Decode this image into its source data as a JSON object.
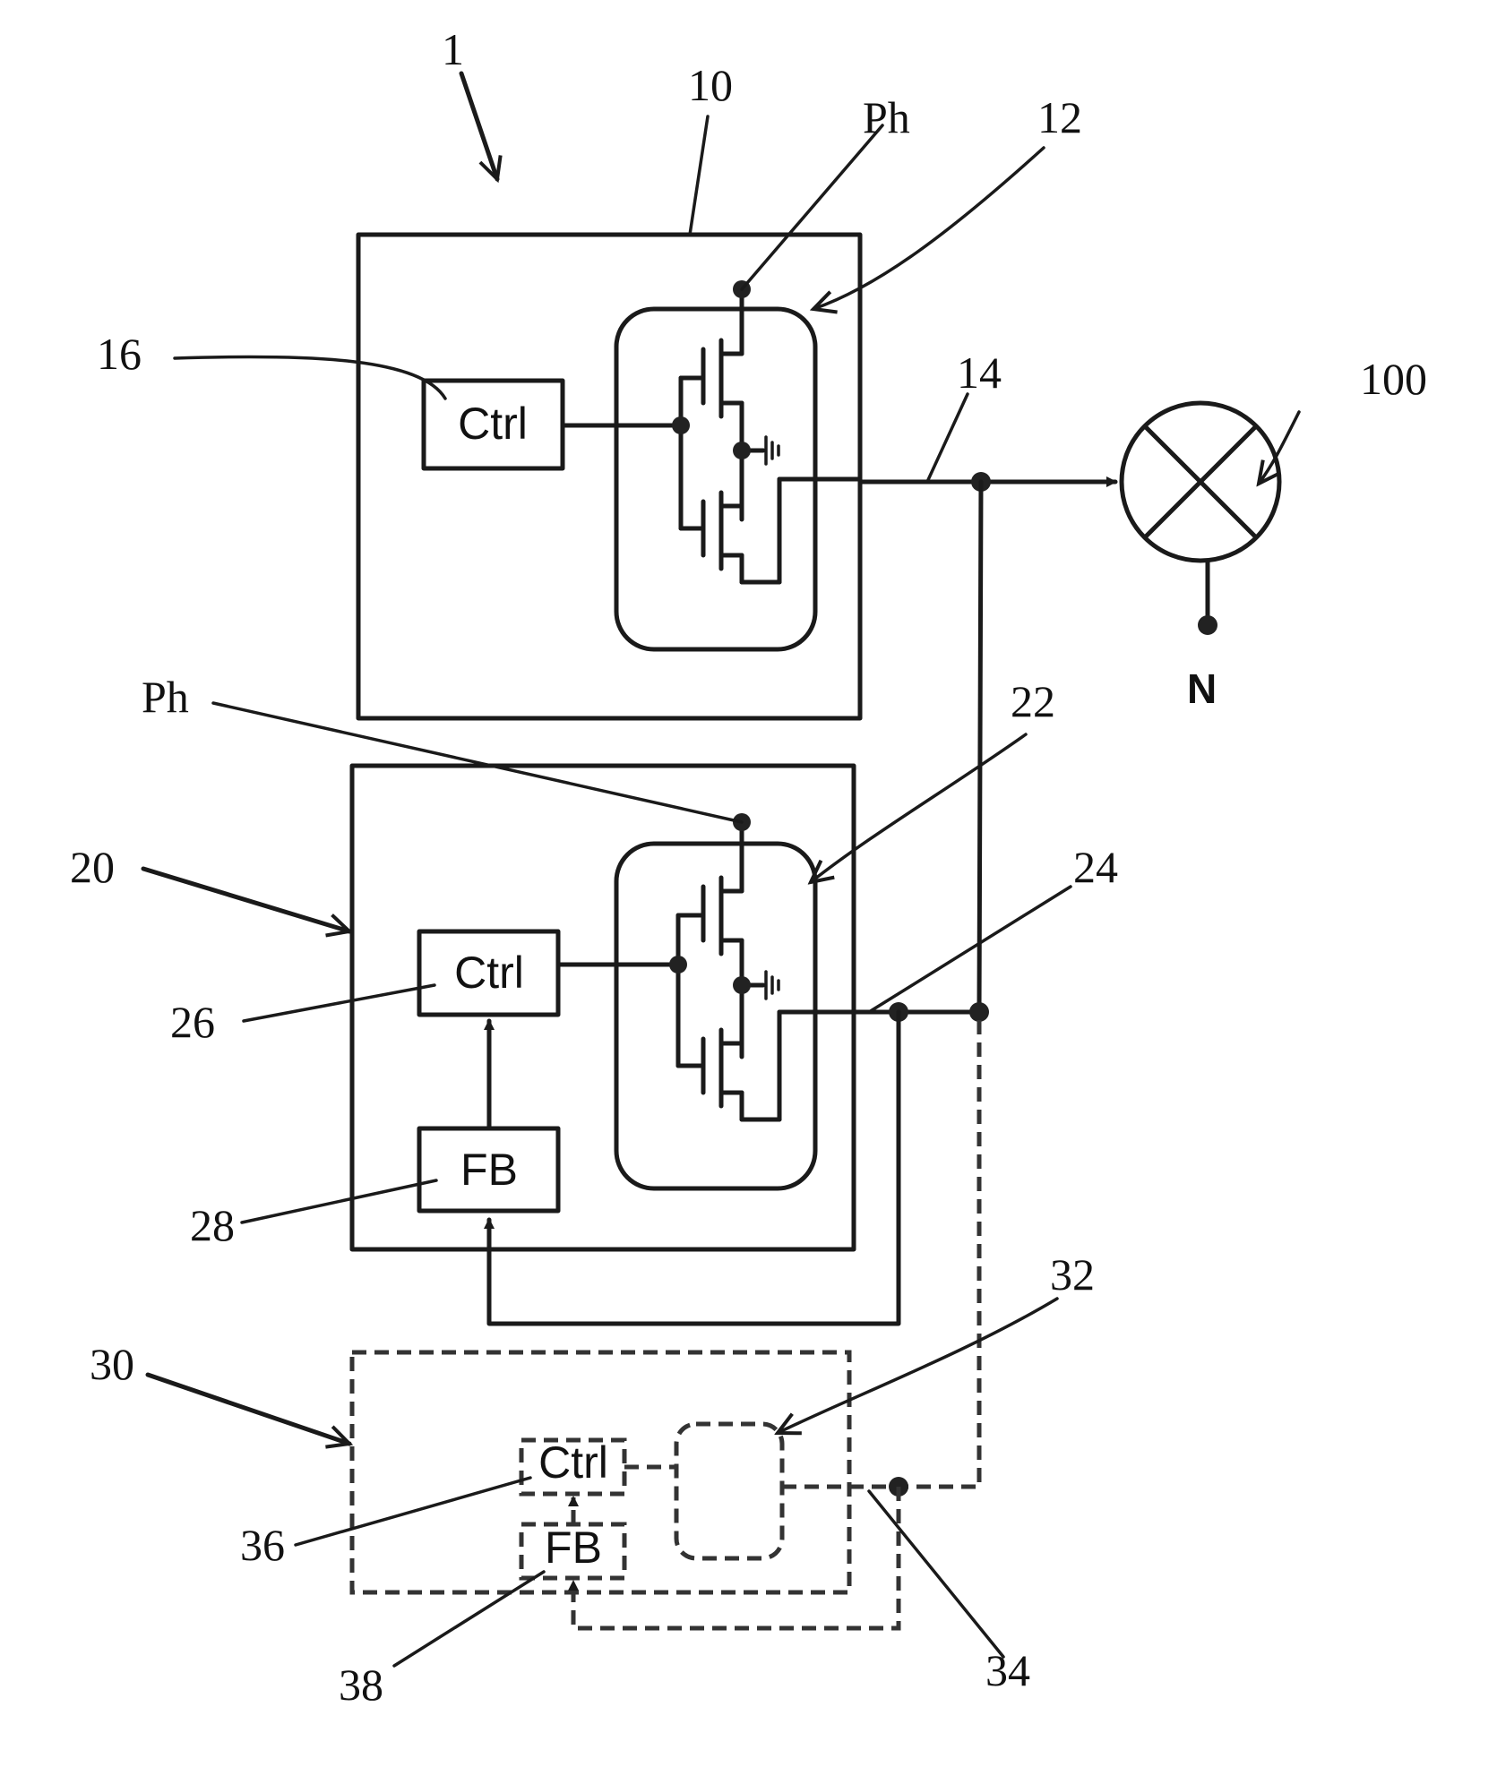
{
  "reference_numerals": {
    "system": "1",
    "module_a": "10",
    "switch_a": "12",
    "output_a": "14",
    "ctrl_a": "16",
    "module_b": "20",
    "switch_b": "22",
    "output_b": "24",
    "ctrl_b": "26",
    "fb_b": "28",
    "module_c": "30",
    "switch_c": "32",
    "output_c": "34",
    "ctrl_c": "36",
    "fb_c": "38",
    "load": "100"
  },
  "block_labels": {
    "ctrl_a": "Ctrl",
    "ctrl_b": "Ctrl",
    "fb_b": "FB",
    "ctrl_c": "Ctrl",
    "fb_c": "FB"
  },
  "terminals": {
    "phase_a": "Ph",
    "phase_b": "Ph",
    "neutral": "N"
  }
}
